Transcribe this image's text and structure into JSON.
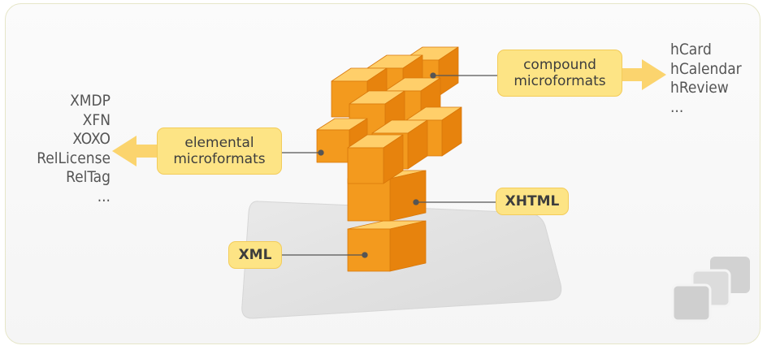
{
  "elemental": {
    "label_line1": "elemental",
    "label_line2": "microformats",
    "items": [
      "XMDP",
      "XFN",
      "XOXO",
      "RelLicense",
      "RelTag",
      "..."
    ]
  },
  "compound": {
    "label_line1": "compound",
    "label_line2": "microformats",
    "items": [
      "hCard",
      "hCalendar",
      "hReview",
      "..."
    ]
  },
  "layers": {
    "xhtml": "XHTML",
    "xml": "XML"
  },
  "colors": {
    "cube_front": "#f39a1e",
    "cube_top": "#ffcf6a",
    "cube_side": "#e7830d",
    "label_fill": "#fde485",
    "arrow": "#fbd46e",
    "platform": "#e3e3e3",
    "logo": "#cfcfcf"
  },
  "icons": [
    "stacked-squares-logo-icon"
  ]
}
